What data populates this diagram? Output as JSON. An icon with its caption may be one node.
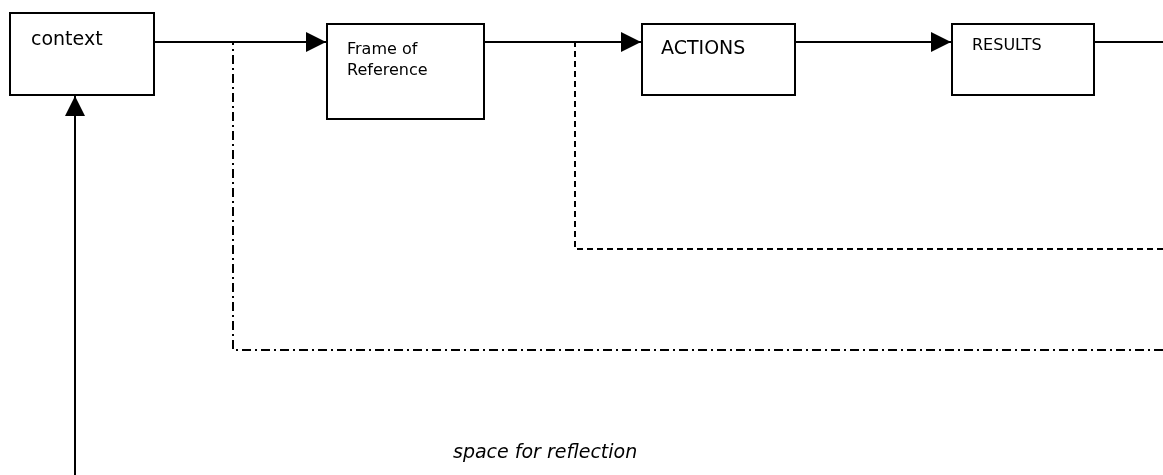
{
  "diagram": {
    "nodes": [
      {
        "text": [
          "context"
        ]
      },
      {
        "text": [
          "Frame of Reference"
        ]
      },
      {
        "text": [
          "ACTIONS"
        ]
      },
      {
        "text": [
          "RESULTS"
        ]
      }
    ],
    "edges": [
      {
        "from": 0,
        "to": 1,
        "arrow": "to"
      },
      {
        "from": 1,
        "to": 2,
        "arrow": "to"
      },
      {
        "from": 2,
        "to": 3,
        "arrow": "to"
      },
      {
        "from": 3,
        "to": null,
        "arrow": "none"
      },
      {
        "from": null,
        "to": 2,
        "arrow": "none",
        "style": "dashed"
      },
      {
        "from": null,
        "to": 1,
        "arrow": "none",
        "style": "dashed"
      },
      {
        "from": null,
        "to": 0,
        "arrow": "to"
      }
    ],
    "labels": [
      "space for reflection"
    ]
  }
}
